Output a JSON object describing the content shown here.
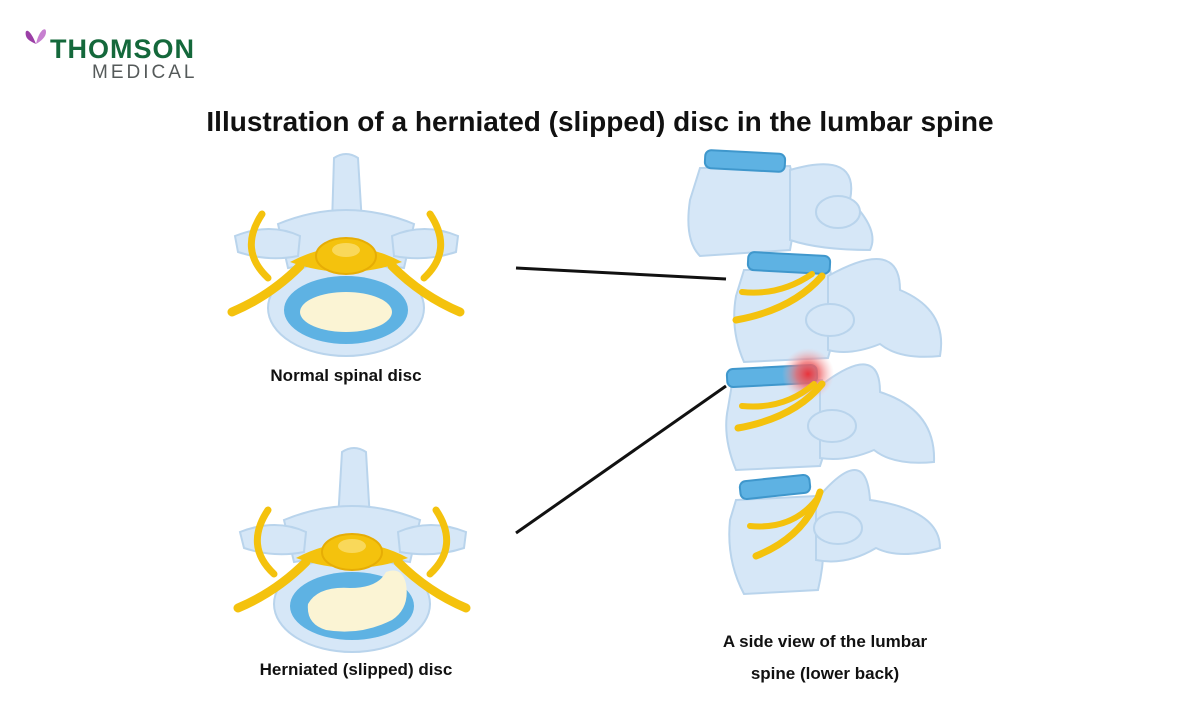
{
  "brand": {
    "name": "THOMSON",
    "subname": "MEDICAL",
    "icon": "butterfly-icon",
    "color": "#14683b"
  },
  "title": "Illustration of a herniated (slipped) disc in the lumbar spine",
  "labels": {
    "normal": "Normal spinal disc",
    "herniated": "Herniated (slipped) disc",
    "side_view_line1": "A side view of the lumbar",
    "side_view_line2": "spine (lower back)"
  },
  "colors": {
    "bone": "#d6e7f7",
    "disc": "#5eb2e3",
    "nucleus": "#fbf4d4",
    "nerve": "#f4c20d",
    "inflammation": "#e8343c"
  }
}
